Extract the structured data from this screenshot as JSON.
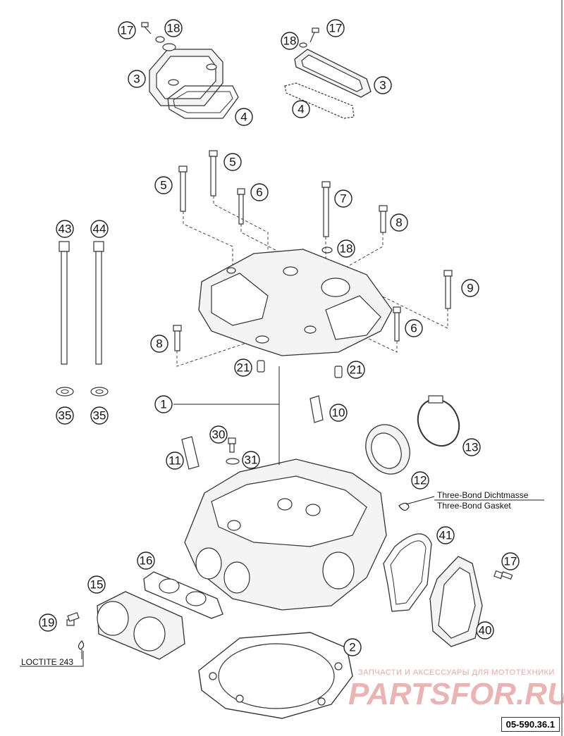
{
  "callouts": {
    "c17a": "17",
    "c18a": "18",
    "c3a": "3",
    "c4a": "4",
    "c18b": "18",
    "c17b": "17",
    "c3b": "3",
    "c4b": "4",
    "c5a": "5",
    "c5b": "5",
    "c6a": "6",
    "c7": "7",
    "c8a": "8",
    "c18c": "18",
    "c9": "9",
    "c6b": "6",
    "c8b": "8",
    "c43": "43",
    "c44": "44",
    "c35a": "35",
    "c35b": "35",
    "c21a": "21",
    "c21b": "21",
    "c1": "1",
    "c10": "10",
    "c13": "13",
    "c30": "30",
    "c31": "31",
    "c11": "11",
    "c12": "12",
    "c41": "41",
    "c16": "16",
    "c15": "15",
    "c17c": "17",
    "c19": "19",
    "c2": "2",
    "c40": "40"
  },
  "notes": {
    "gasket_de": "Three-Bond Dichtmasse",
    "gasket_en": "Three-Bond Gasket",
    "loctite": "LOCTITE 243"
  },
  "watermark": {
    "tagline": "ЗАПЧАСТИ И АКСЕССУАРЫ ДЛЯ МОТОТЕХНИКИ",
    "brand": "PARTSFOR.RU"
  },
  "reference": "05-590.36.1",
  "colors": {
    "line": "#333333",
    "watermark": "#e9b4b4"
  }
}
